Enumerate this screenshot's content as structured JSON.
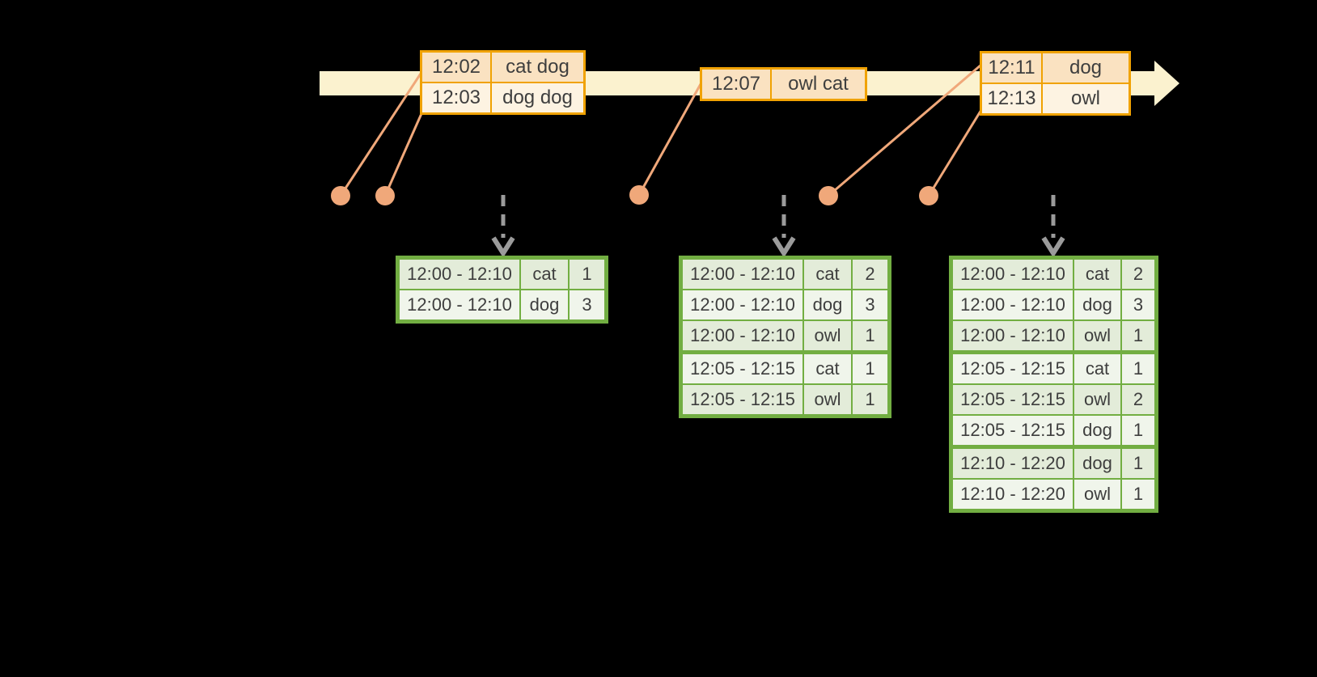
{
  "diagram_label": "windowed-grouped-aggregation-timeline",
  "event_tables": [
    {
      "rows": [
        {
          "time": "12:02",
          "words": "cat dog"
        },
        {
          "time": "12:03",
          "words": "dog dog"
        }
      ]
    },
    {
      "rows": [
        {
          "time": "12:07",
          "words": "owl cat"
        }
      ]
    },
    {
      "rows": [
        {
          "time": "12:11",
          "words": "dog"
        },
        {
          "time": "12:13",
          "words": "owl"
        }
      ]
    }
  ],
  "result_tables": [
    {
      "rows": [
        {
          "window": "12:00 - 12:10",
          "word": "cat",
          "count": "1"
        },
        {
          "window": "12:00 - 12:10",
          "word": "dog",
          "count": "3"
        }
      ]
    },
    {
      "rows": [
        {
          "window": "12:00 - 12:10",
          "word": "cat",
          "count": "2"
        },
        {
          "window": "12:00 - 12:10",
          "word": "dog",
          "count": "3"
        },
        {
          "window": "12:00 - 12:10",
          "word": "owl",
          "count": "1"
        },
        {
          "window": "12:05 - 12:15",
          "word": "cat",
          "count": "1"
        },
        {
          "window": "12:05 - 12:15",
          "word": "owl",
          "count": "1"
        }
      ]
    },
    {
      "rows": [
        {
          "window": "12:00 - 12:10",
          "word": "cat",
          "count": "2"
        },
        {
          "window": "12:00 - 12:10",
          "word": "dog",
          "count": "3"
        },
        {
          "window": "12:00 - 12:10",
          "word": "owl",
          "count": "1"
        },
        {
          "window": "12:05 - 12:15",
          "word": "cat",
          "count": "1"
        },
        {
          "window": "12:05 - 12:15",
          "word": "owl",
          "count": "2"
        },
        {
          "window": "12:05 - 12:15",
          "word": "dog",
          "count": "1"
        },
        {
          "window": "12:10 - 12:20",
          "word": "dog",
          "count": "1"
        },
        {
          "window": "12:10 - 12:20",
          "word": "owl",
          "count": "1"
        }
      ]
    }
  ],
  "icons": {
    "timeline_arrowhead": "right-arrowhead",
    "trigger_arrow": "dashed-down-arrow",
    "event_marker": "filled-circle"
  },
  "colors": {
    "background": "#000000",
    "timeline_band": "#fbf2cf",
    "event_table_border": "#f0a202",
    "event_row_dark": "#fae2c1",
    "event_row_light": "#fdf3e2",
    "connector_orange": "#f0a87a",
    "result_table_border": "#72ae42",
    "result_row_dark": "#e3ecd9",
    "result_row_light": "#f0f5eb",
    "trigger_arrow_gray": "#9b9b9b",
    "text": "#3e3e3e"
  }
}
